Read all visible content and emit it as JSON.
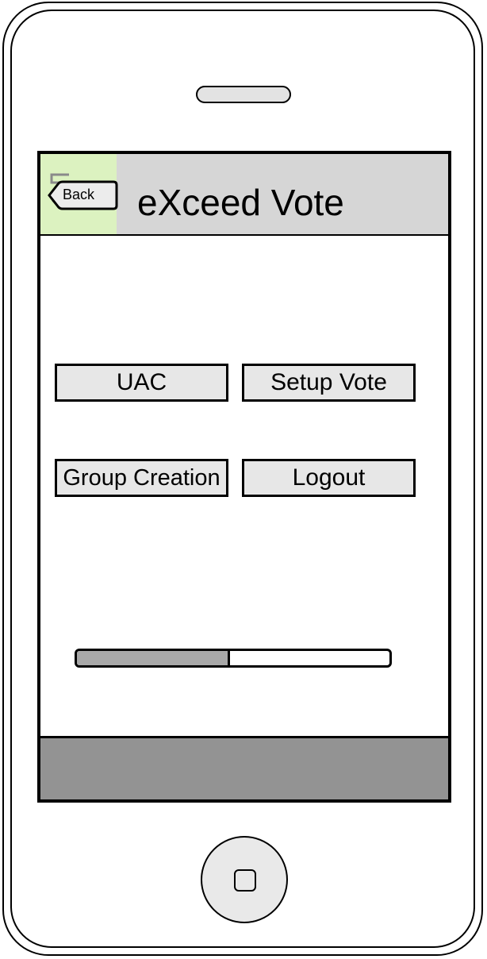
{
  "header": {
    "back_label": "Back",
    "title": "eXceed Vote",
    "logo_color": "#dcf2c0",
    "background": "#d6d6d6"
  },
  "menu": {
    "uac_label": "UAC",
    "setup_vote_label": "Setup Vote",
    "group_creation_label": "Group Creation",
    "logout_label": "Logout"
  },
  "progress": {
    "value_fraction": 0.49
  },
  "footer": {
    "color": "#939393"
  },
  "device": {
    "icons": [
      "speaker-icon",
      "home-button-icon"
    ]
  }
}
